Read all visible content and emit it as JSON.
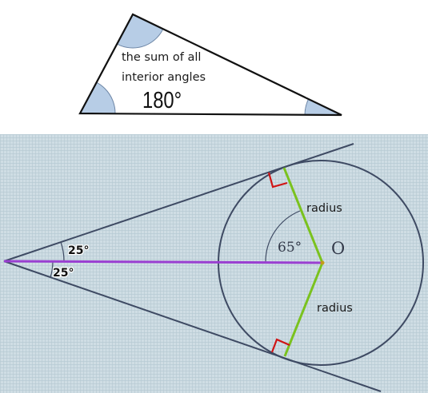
{
  "triangle_figure": {
    "caption_line1": "the sum of all",
    "caption_line2": "interior angles",
    "angle_sum": "180°",
    "fill_color": "#b7cde6",
    "stroke_color": "#111111"
  },
  "tangent_figure": {
    "background_color": "#cfdde4",
    "line_color": "#3e4a63",
    "radius_color": "#7ac21e",
    "axis_color": "#9a3fd1",
    "right_angle_color": "#d01515",
    "center_label": "O",
    "radius_label_top": "radius",
    "radius_label_bottom": "radius",
    "angle_top": "25°",
    "angle_bottom": "25°",
    "angle_center": "65°"
  }
}
